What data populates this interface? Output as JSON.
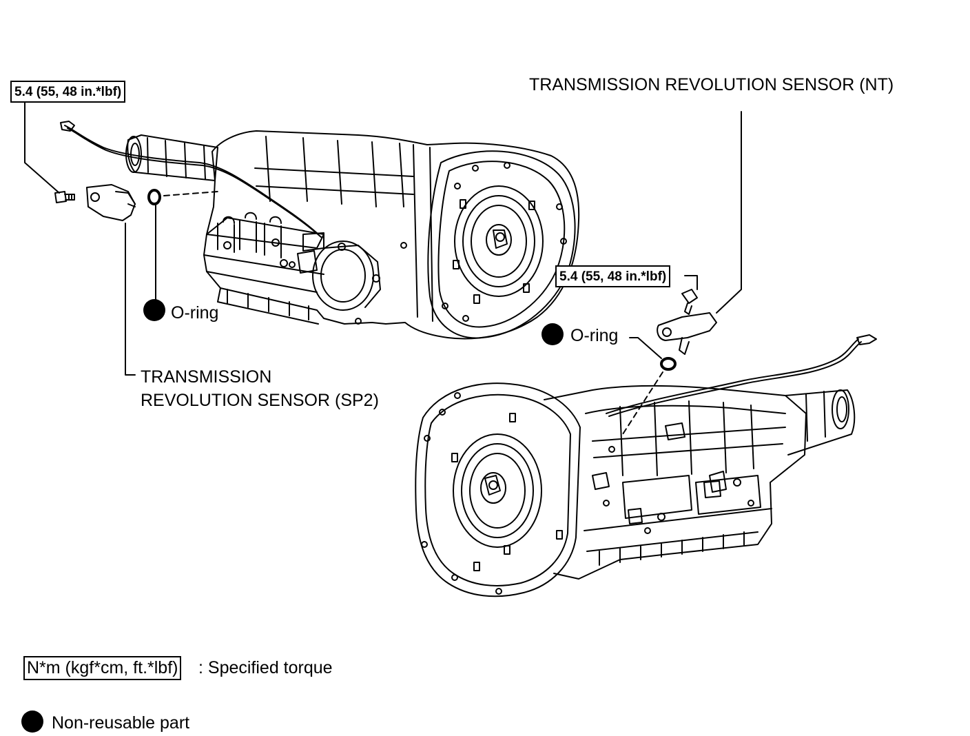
{
  "diagram": {
    "sensor_nt_label": "TRANSMISSION REVOLUTION SENSOR (NT)",
    "sensor_sp2_label_line1": "TRANSMISSION",
    "sensor_sp2_label_line2": "REVOLUTION SENSOR (SP2)",
    "torque_left": "5.4 (55, 48 in.*lbf)",
    "torque_right": "5.4 (55, 48 in.*lbf)",
    "oring_left": "O-ring",
    "oring_right": "O-ring"
  },
  "legend": {
    "torque_unit_box": "N*m (kgf*cm, ft.*lbf)",
    "torque_desc": ": Specified torque",
    "non_reusable": "Non-reusable part"
  },
  "icons": {
    "non_reusable_marker": "filled-black-circle"
  }
}
